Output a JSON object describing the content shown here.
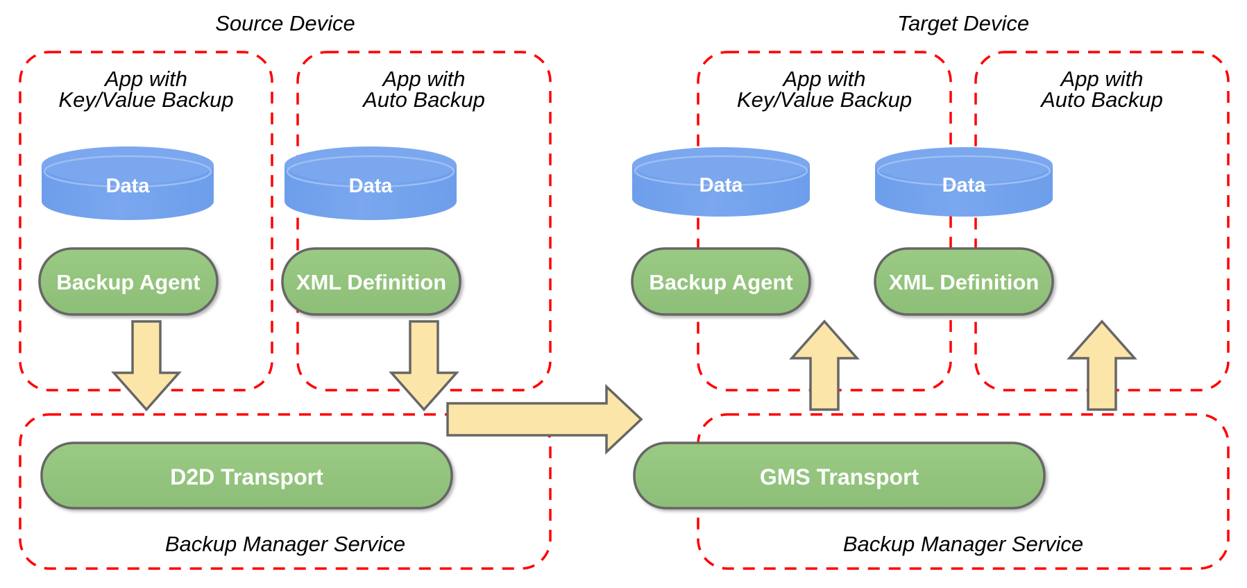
{
  "diagram": {
    "title_source": "Source Device",
    "title_target": "Target Device",
    "colors": {
      "dashed_border": "#ff0000",
      "cylinder_fill": "#6D9EEB",
      "cylinder_top": "#7BA7EF",
      "pill_fill": "#93C47D",
      "pill_stroke": "#666666",
      "arrow_fill": "#FCE5A8",
      "arrow_stroke": "#666666",
      "label_text": "#000000",
      "shape_text": "#ffffff",
      "background": "#ffffff"
    }
  },
  "devices": [
    {
      "name": "Source Device",
      "apps": [
        {
          "label_line1": "App with",
          "label_line2": "Key/Value Backup",
          "datastore_label": "Data",
          "mechanism_label": "Backup Agent",
          "arrow_direction": "down"
        },
        {
          "label_line1": "App with",
          "label_line2": "Auto Backup",
          "datastore_label": "Data",
          "mechanism_label": "XML Definition",
          "arrow_direction": "down"
        }
      ],
      "service": {
        "transport_label": "D2D Transport",
        "service_label": "Backup Manager Service"
      }
    },
    {
      "name": "Target Device",
      "apps": [
        {
          "label_line1": "App with",
          "label_line2": "Key/Value Backup",
          "datastore_label": "Data",
          "mechanism_label": "Backup Agent",
          "arrow_direction": "up"
        },
        {
          "label_line1": "App with",
          "label_line2": "Auto Backup",
          "datastore_label": "Data",
          "mechanism_label": "XML Definition",
          "arrow_direction": "up"
        }
      ],
      "service": {
        "transport_label": "GMS Transport",
        "service_label": "Backup Manager Service"
      }
    }
  ],
  "transfer_arrow": {
    "from": "D2D Transport",
    "to": "GMS Transport",
    "direction": "right"
  }
}
